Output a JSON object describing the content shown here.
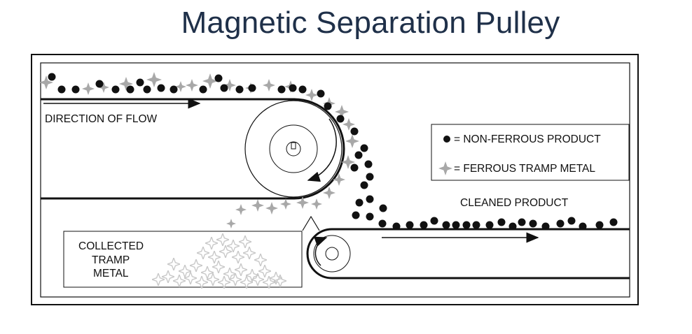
{
  "title": "Magnetic Separation Pulley",
  "labels": {
    "direction_of_flow": "DIRECTION OF FLOW",
    "cleaned_product": "CLEANED PRODUCT",
    "collected_line1": "COLLECTED",
    "collected_line2": "TRAMP",
    "collected_line3": "METAL"
  },
  "legend": {
    "non_ferrous": "= NON-FERROUS PRODUCT",
    "ferrous": "= FERROUS TRAMP METAL"
  },
  "colors": {
    "title": "#1f3049",
    "line": "#111111",
    "dot": "#111111",
    "star": "#a8a8a8",
    "star_outline": "#c8c8c8"
  }
}
